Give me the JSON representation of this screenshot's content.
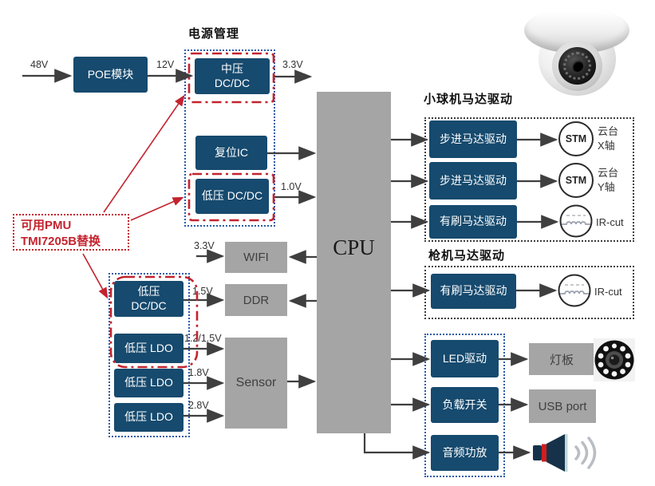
{
  "colors": {
    "navy": "#164a6e",
    "gray_block": "#a5a5a5",
    "red_accent": "#c3232e",
    "blue_outline": "#2b5ca8",
    "dark_outline": "#3c3c3c",
    "arrow": "#3f3f3f"
  },
  "power_top": {
    "title": "电源管理",
    "input_voltage": "48V",
    "poe_label": "POE模块",
    "v12": "12V",
    "mid_dcdc_line1": "中压",
    "mid_dcdc_line2": "DC/DC",
    "v33_out": "3.3V",
    "reset_ic_label": "复位IC",
    "low_dcdc_label": "低压 DC/DC",
    "v10": "1.0V"
  },
  "pmu_note": {
    "line1": "可用PMU",
    "line2": "TMI7205B替换"
  },
  "power_rails": {
    "low_dcdc_line1": "低压",
    "low_dcdc_line2": "DC/DC",
    "ldo1_label": "低压 LDO",
    "ldo2_label": "低压 LDO",
    "ldo3_label": "低压 LDO",
    "v33_wifi": "3.3V",
    "v15": "1.5V",
    "v12_15": "1.2/1.5V",
    "v18": "1.8V",
    "v28": "2.8V"
  },
  "core": {
    "wifi_label": "WIFI",
    "ddr_label": "DDR",
    "sensor_label": "Sensor",
    "cpu_label": "CPU"
  },
  "ball_camera_motor": {
    "title": "小球机马达驱动",
    "stepper1_label": "步进马达驱动",
    "stepper2_label": "步进马达驱动",
    "brushed_label": "有刷马达驱动",
    "stm1_label": "STM",
    "stm2_label": "STM",
    "gimbal_x_line1": "云台",
    "gimbal_x_line2": "X轴",
    "gimbal_y_line1": "云台",
    "gimbal_y_line2": "Y轴",
    "ircut_label": "IR-cut"
  },
  "gun_camera_motor": {
    "title": "枪机马达驱动",
    "brushed_label": "有刷马达驱动",
    "ircut_label": "IR-cut"
  },
  "peripherals": {
    "led_driver_label": "LED驱动",
    "lamp_board_label": "灯板",
    "load_switch_label": "负载开关",
    "usb_label": "USB port",
    "audio_amp_label": "音频功放"
  }
}
